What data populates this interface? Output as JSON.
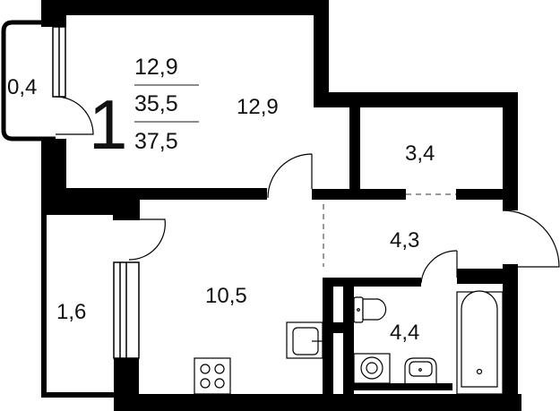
{
  "plan": {
    "rooms_count": "1",
    "living_area": "12,9",
    "total_area": "35,5",
    "total_area_with_balcony": "37,5",
    "colors": {
      "wall": "#000000",
      "line": "#222222",
      "dashed": "#999999",
      "bg": "#ffffff"
    }
  },
  "rooms": [
    {
      "id": "balcony-small",
      "area": "0,4"
    },
    {
      "id": "living-room",
      "area": "12,9"
    },
    {
      "id": "storage",
      "area": "3,4"
    },
    {
      "id": "hallway",
      "area": "4,3"
    },
    {
      "id": "loggia",
      "area": "1,6"
    },
    {
      "id": "kitchen",
      "area": "10,5"
    },
    {
      "id": "bathroom",
      "area": "4,4"
    }
  ],
  "fixtures": [
    "stove-icon",
    "sink-icon",
    "toilet-icon",
    "washer-icon",
    "washbasin-icon",
    "bathtub-icon"
  ]
}
